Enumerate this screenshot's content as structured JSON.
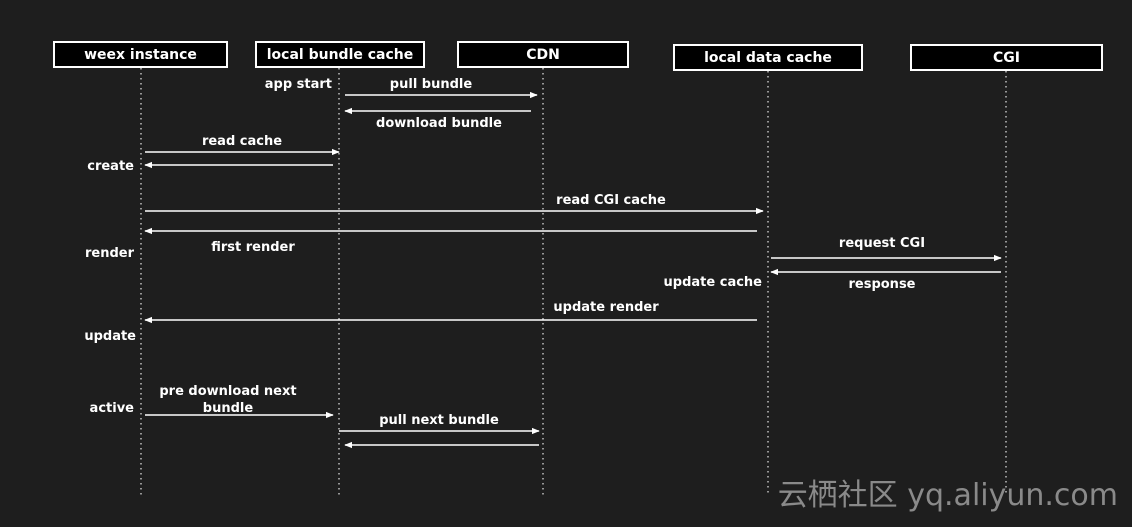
{
  "participants": [
    {
      "id": "weex",
      "label": "weex instance"
    },
    {
      "id": "bundle",
      "label": "local bundle cache"
    },
    {
      "id": "cdn",
      "label": "CDN"
    },
    {
      "id": "data",
      "label": "local data cache"
    },
    {
      "id": "cgi",
      "label": "CGI"
    }
  ],
  "side_labels": {
    "app_start": "app start",
    "create": "create",
    "render": "render",
    "update_cache": "update cache",
    "update": "update",
    "active": "active"
  },
  "messages": [
    {
      "id": "pull-bundle",
      "label": "pull bundle"
    },
    {
      "id": "download-bundle",
      "label": "download bundle"
    },
    {
      "id": "read-cache",
      "label": "read cache"
    },
    {
      "id": "read-cache-return",
      "label": ""
    },
    {
      "id": "read-cgi-cache",
      "label": "read CGI cache"
    },
    {
      "id": "first-render",
      "label": "first render"
    },
    {
      "id": "request-cgi",
      "label": "request CGI"
    },
    {
      "id": "response",
      "label": "response"
    },
    {
      "id": "update-render",
      "label": "update render"
    },
    {
      "id": "pre-download",
      "label_lines": [
        "pre download next",
        "bundle"
      ]
    },
    {
      "id": "pull-next-bundle",
      "label": "pull next bundle"
    },
    {
      "id": "pull-next-return",
      "label": ""
    }
  ],
  "watermark": "云栖社区 yq.aliyun.com"
}
